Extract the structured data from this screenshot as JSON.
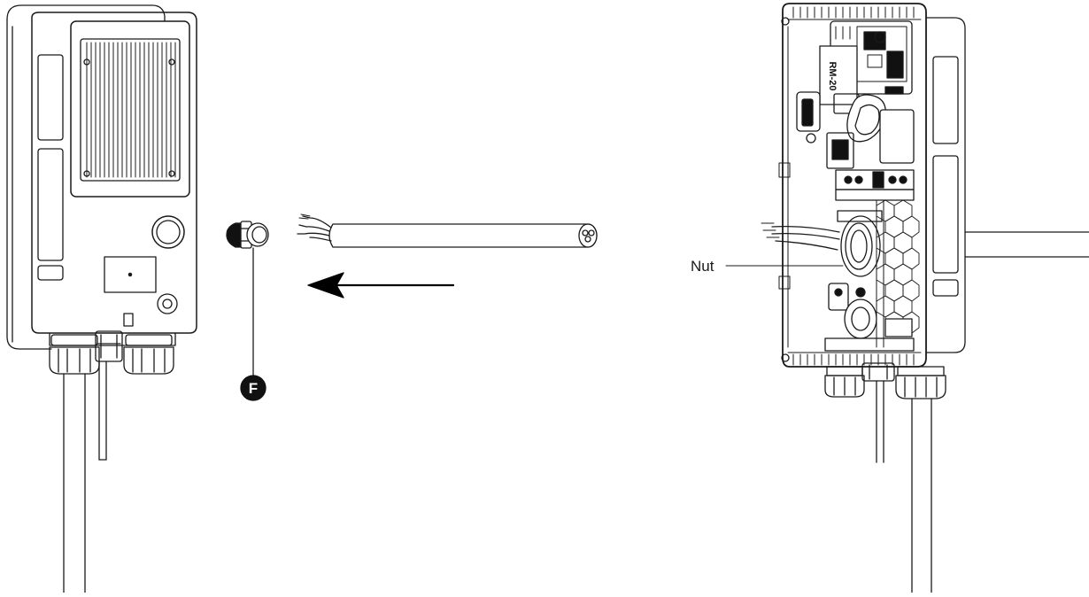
{
  "callouts": {
    "nut_label": "Nut",
    "part_letter": "F"
  },
  "board_label": "RM-20",
  "colors": {
    "line": "#1a1a1a",
    "fill_dark": "#111111",
    "fill_light": "#ffffff",
    "accent": "#000000"
  }
}
